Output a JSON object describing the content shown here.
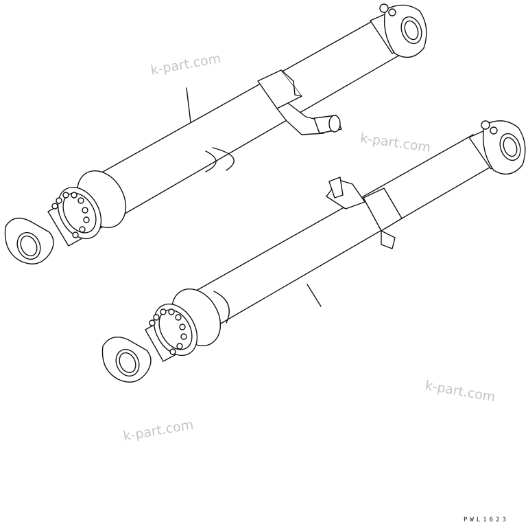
{
  "watermarks": [
    "k-part.com",
    "k-part.com",
    "k-part.com",
    "k-part.com"
  ],
  "drawing_code": "PWL1623",
  "components": {
    "upper_cylinder": "hydraulic cylinder with clamp bracket and hose fitting",
    "lower_cylinder": "hydraulic cylinder with clamp bracket"
  }
}
